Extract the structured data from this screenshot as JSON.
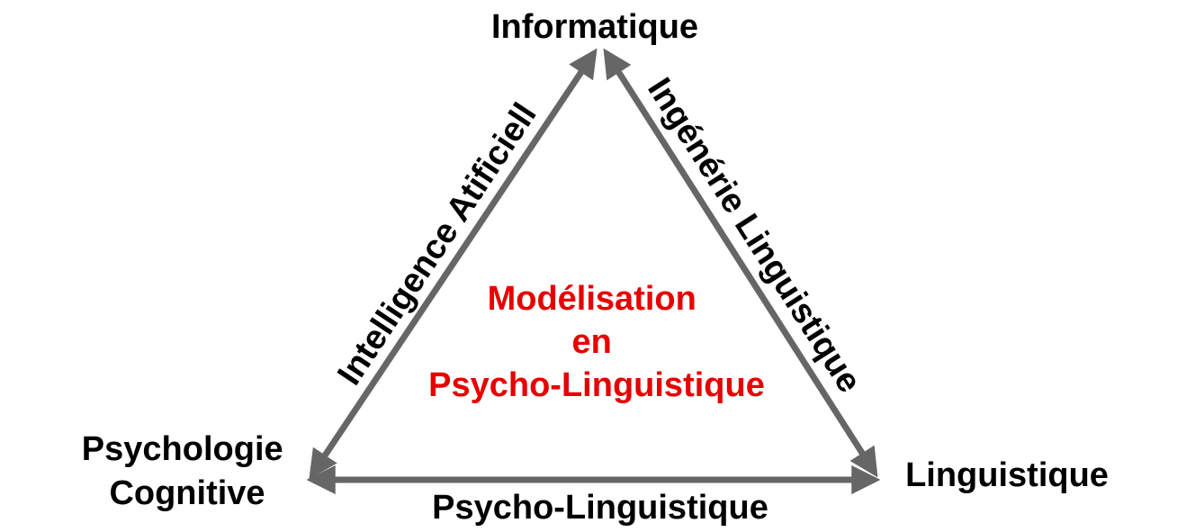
{
  "colors": {
    "arrow": "#666666",
    "text": "#000000",
    "center": "#e60000"
  },
  "nodes": {
    "top": "Informatique",
    "left_line1": "Psychologie",
    "left_line2": "Cognitive",
    "right": "Linguistique"
  },
  "edges": {
    "left": "Intelligence Atificiell",
    "right": "Ingénérie Linguistique",
    "bottom": "Psycho-Linguistique"
  },
  "center": {
    "line1": "Modélisation",
    "line2": "en",
    "line3": "Psycho-Linguistique"
  }
}
